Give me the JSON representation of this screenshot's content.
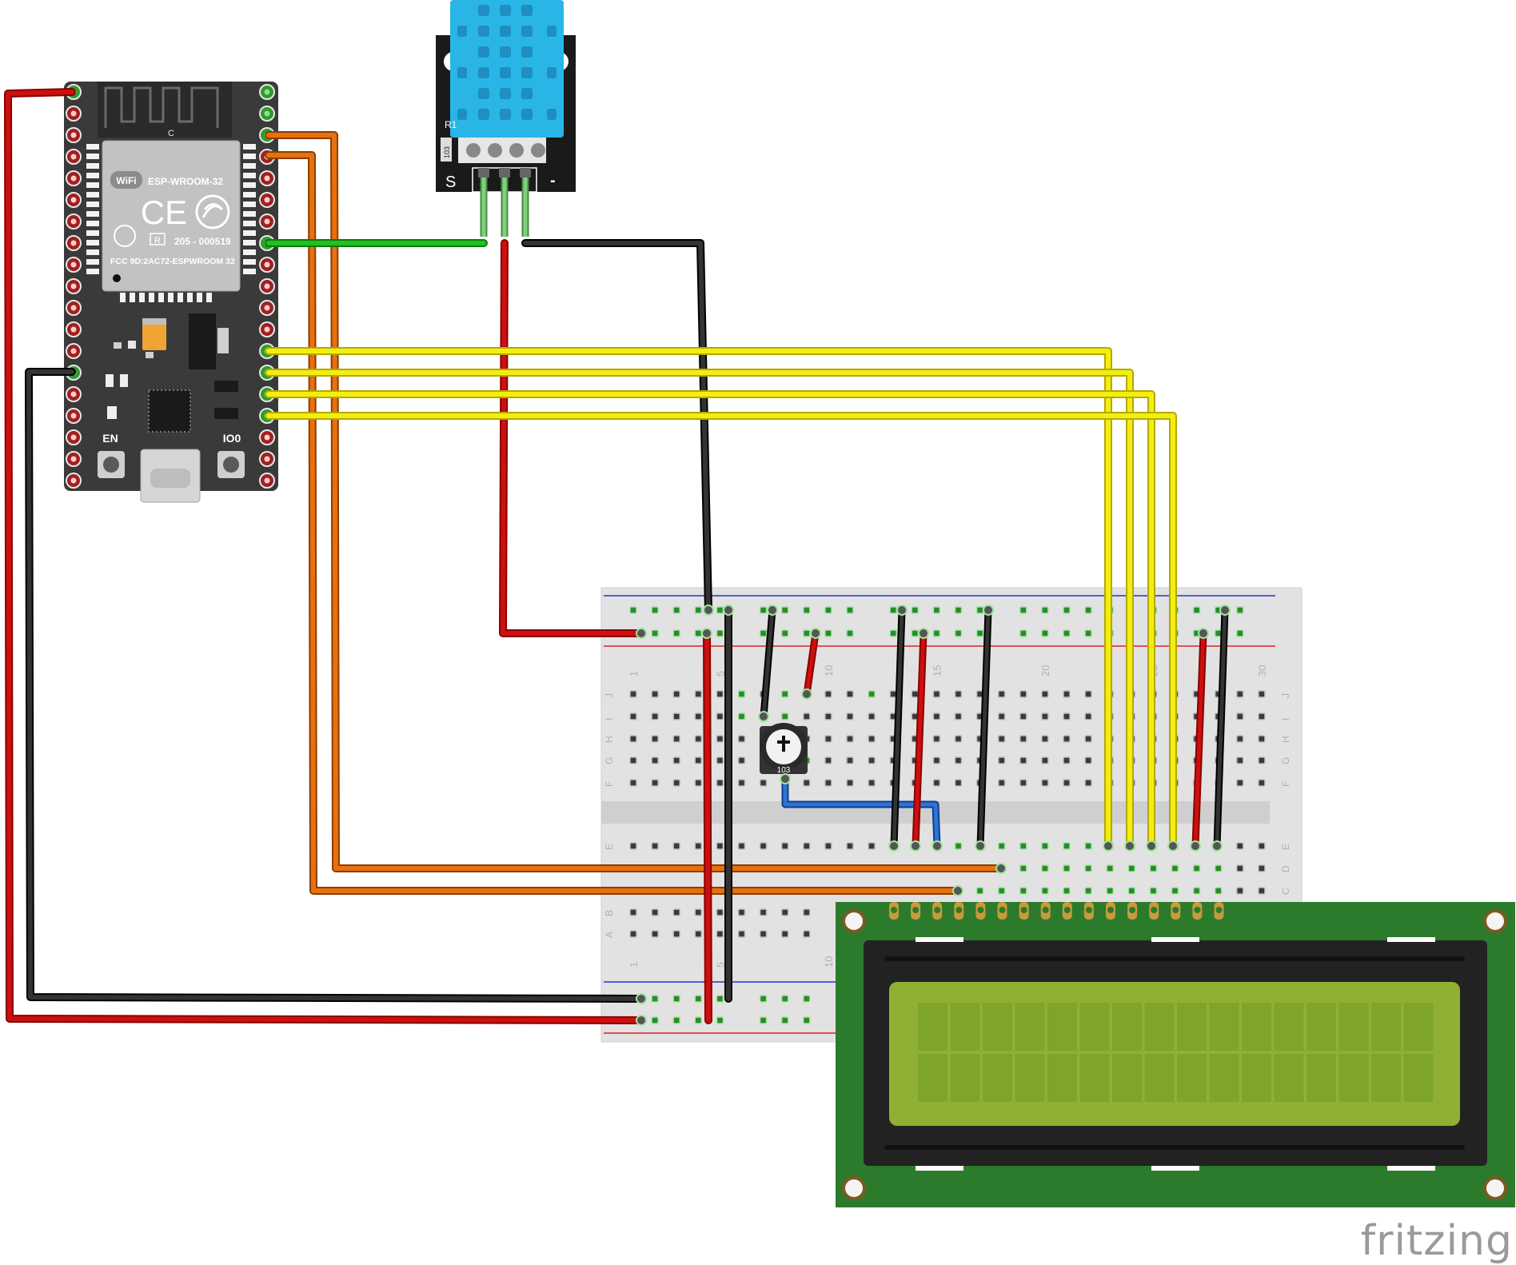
{
  "esp32": {
    "module_label": "ESP-WROOM-32",
    "cert_number": "205 - 000519",
    "fcc_label": "FCC 9D:2AC72-ESPWROOM 32",
    "wifi_badge": "WiFi",
    "ce_mark": "CE",
    "r_mark": "R",
    "antenna_mark": "C",
    "en_label": "EN",
    "io0_label": "IO0"
  },
  "dht11": {
    "resistor_label": "R1",
    "resistor_value": "103",
    "signal_label": "S",
    "ground_label": "-"
  },
  "breadboard": {
    "column_numbers": [
      "1",
      "5",
      "10",
      "15",
      "20",
      "25",
      "30"
    ],
    "row_letters_top": [
      "J",
      "I",
      "H",
      "G",
      "F"
    ],
    "row_letters_bottom": [
      "E",
      "D",
      "C",
      "B",
      "A"
    ]
  },
  "potentiometer": {
    "value_label": "103"
  },
  "lcd": {
    "columns": 16,
    "rows": 2
  },
  "watermark": "fritzing",
  "colors": {
    "wire_red": "#cc1010",
    "wire_black": "#1c1c1c",
    "wire_orange": "#e8700f",
    "wire_yellow": "#f2ee10",
    "wire_green": "#22c020",
    "wire_blue": "#2e74d4",
    "board_dark": "#383838",
    "dht_blue": "#29b6e6",
    "lcd_green": "#2c7a2c",
    "lcd_screen": "#8fb033"
  }
}
